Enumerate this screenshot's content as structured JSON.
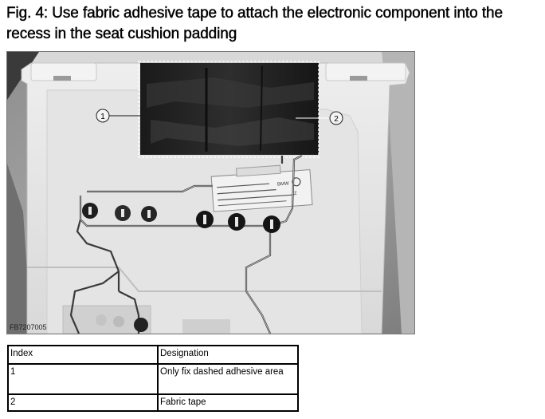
{
  "title": "Fig. 4: Use fabric adhesive tape to attach the electronic component into the recess in the seat cushion padding",
  "figure": {
    "code": "FB7207005",
    "callouts": [
      "1",
      "2"
    ],
    "label_text": [
      "BMW",
      "Z"
    ]
  },
  "legend": {
    "headers": [
      "Index",
      "Designation"
    ],
    "rows": [
      {
        "index": "1",
        "designation": "Only fix dashed adhesive area"
      },
      {
        "index": "2",
        "designation": "Fabric tape"
      }
    ]
  }
}
